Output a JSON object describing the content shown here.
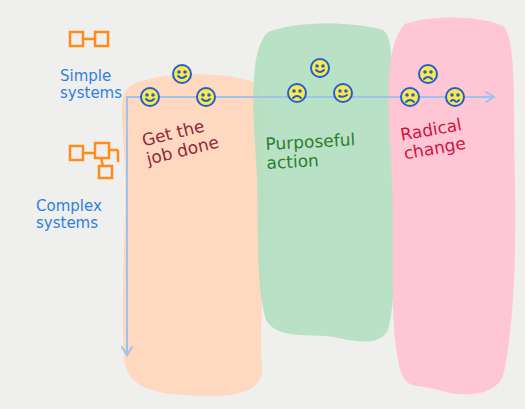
{
  "diagram": {
    "nodes": [
      {
        "text": [
          "Get the job done"
        ]
      },
      {
        "text": [
          "Purposeful action"
        ]
      },
      {
        "text": [
          "Radical change"
        ]
      }
    ],
    "labels": [
      "Simple systems",
      "Complex systems"
    ]
  }
}
